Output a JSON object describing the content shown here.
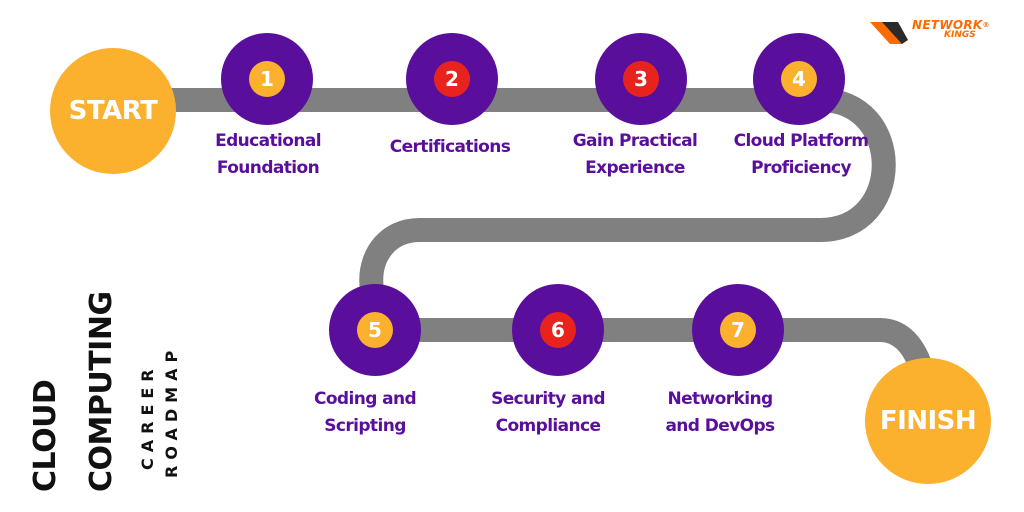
{
  "brand": {
    "name": "NETWORK",
    "sub": "KINGS",
    "registered": "®",
    "logo_color": "#ff6a00",
    "logo_dark": "#2a2a2a"
  },
  "title": {
    "line1": "CLOUD",
    "line2": "COMPUTING",
    "sub1": "CAREER",
    "sub2": "ROADMAP"
  },
  "start_label": "START",
  "finish_label": "FINISH",
  "colors": {
    "accent": "#fbb12d",
    "node": "#5a0f9c",
    "road": "#808080",
    "badge_red": "#e8231e",
    "badge_yellow": "#fbb12d"
  },
  "steps": [
    {
      "number": "1",
      "lines": [
        "Educational",
        "Foundation"
      ],
      "badge": "yellow"
    },
    {
      "number": "2",
      "lines": [
        "Certifications"
      ],
      "badge": "red"
    },
    {
      "number": "3",
      "lines": [
        "Gain Practical",
        "Experience"
      ],
      "badge": "red"
    },
    {
      "number": "4",
      "lines": [
        "Cloud Platform",
        "Proficiency"
      ],
      "badge": "yellow"
    },
    {
      "number": "5",
      "lines": [
        "Coding and",
        "Scripting"
      ],
      "badge": "yellow"
    },
    {
      "number": "6",
      "lines": [
        "Security and",
        "Compliance"
      ],
      "badge": "red"
    },
    {
      "number": "7",
      "lines": [
        "Networking",
        "and DevOps"
      ],
      "badge": "yellow"
    }
  ]
}
